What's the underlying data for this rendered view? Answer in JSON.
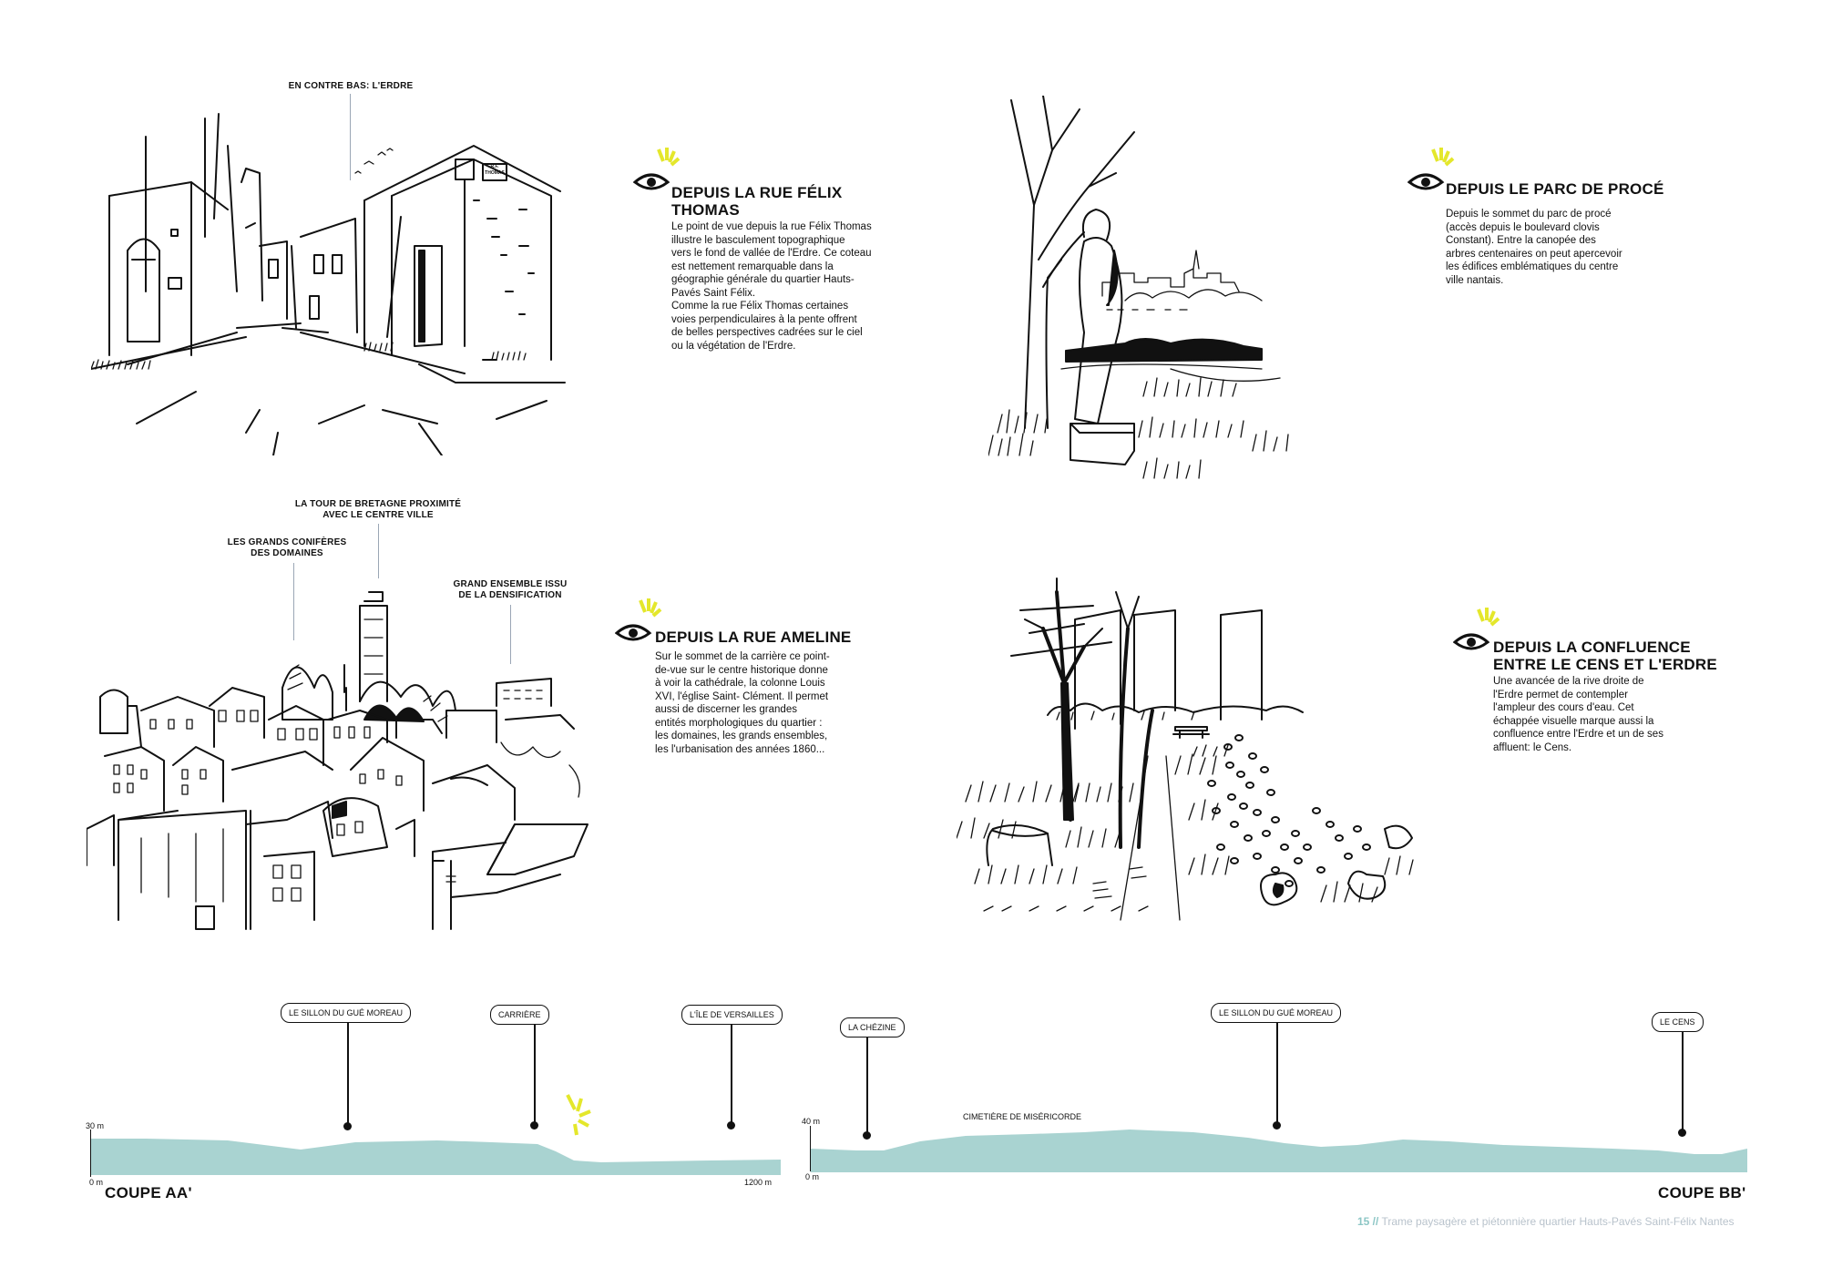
{
  "views": [
    {
      "id": "felix-thomas",
      "title_lines": [
        "DEPUIS LA RUE FÉLIX",
        "THOMAS"
      ],
      "text_lines": [
        "Le point de vue depuis la rue Félix Thomas",
        "illustre le basculement topographique",
        "vers le fond de vallée de l'Erdre. Ce coteau",
        "est nettement remarquable dans la",
        "géographie générale du quartier Hauts-",
        "Pavés Saint Félix.",
        "Comme la rue Félix Thomas certaines",
        "voies perpendiculaires à la pente offrent",
        "de belles perspectives cadrées sur le ciel",
        "ou la végétation de l'Erdre."
      ]
    },
    {
      "id": "parc-proce",
      "title_lines": [
        "DEPUIS LE PARC DE PROCÉ"
      ],
      "text_lines": [
        "Depuis le sommet du parc de procé",
        "(accès depuis le boulevard clovis",
        "Constant). Entre la canopée des",
        "arbres centenaires on peut apercevoir",
        "les édifices emblématiques du centre",
        "ville nantais."
      ]
    },
    {
      "id": "ameline",
      "title_lines": [
        "DEPUIS LA RUE AMELINE"
      ],
      "text_lines": [
        "Sur le sommet de la carrière ce point-",
        "de-vue sur le centre historique donne",
        "à voir la cathédrale, la colonne Louis",
        "XVI, l'église Saint- Clément. Il permet",
        "aussi de discerner les grandes",
        "entités morphologiques du quartier :",
        "les domaines, les grands ensembles,",
        "les l'urbanisation des années 1860..."
      ]
    },
    {
      "id": "confluence",
      "title_lines": [
        "DEPUIS LA CONFLUENCE",
        "ENTRE LE CENS ET L'ERDRE"
      ],
      "text_lines": [
        "Une avancée de la rive droite de",
        "l'Erdre permet de contempler",
        "l'ampleur des cours d'eau. Cet",
        "échappée visuelle marque aussi la",
        "confluence entre l'Erdre et un de ses",
        "affluent: le Cens."
      ]
    }
  ],
  "callouts": {
    "erdre": "EN CONTRE BAS: L'ERDRE",
    "tour_lines": [
      "LA TOUR DE BRETAGNE PROXIMITÉ",
      "AVEC LE CENTRE VILLE"
    ],
    "coniferes_lines": [
      "LES GRANDS CONIFÈRES",
      "DES DOMAINES"
    ],
    "grand_ensemble_lines": [
      "GRAND ENSEMBLE ISSU",
      "DE LA DENSIFICATION"
    ]
  },
  "sign_text": [
    "R.F.",
    "THOMAS"
  ],
  "section_aa": {
    "name": "COUPE AA'",
    "labels": [
      "LE SILLON DU GUÉ MOREAU",
      "CARRIÈRE",
      "L'ÎLE DE VERSAILLES"
    ],
    "y_max": "30 m",
    "y_min": "0 m",
    "x_max": "1200 m"
  },
  "section_bb": {
    "name": "COUPE BB'",
    "labels": [
      "LA CHÉZINE",
      "LE SILLON DU GUÉ MOREAU",
      "LE CENS"
    ],
    "annotation": "CIMETIÈRE DE MISÉRICORDE",
    "y_max": "40 m",
    "y_min": "0 m"
  },
  "footer": {
    "page": "15 //",
    "title": "Trame paysagère et piétonnière quartier Hauts-Pavés Saint-Félix Nantes"
  },
  "colors": {
    "accent_yellow": "#e4e72b",
    "terrain": "#a9d3d1",
    "leader": "#9aa6b5",
    "footer_text": "#b9c3cc",
    "footer_number": "#8cc6c5"
  }
}
